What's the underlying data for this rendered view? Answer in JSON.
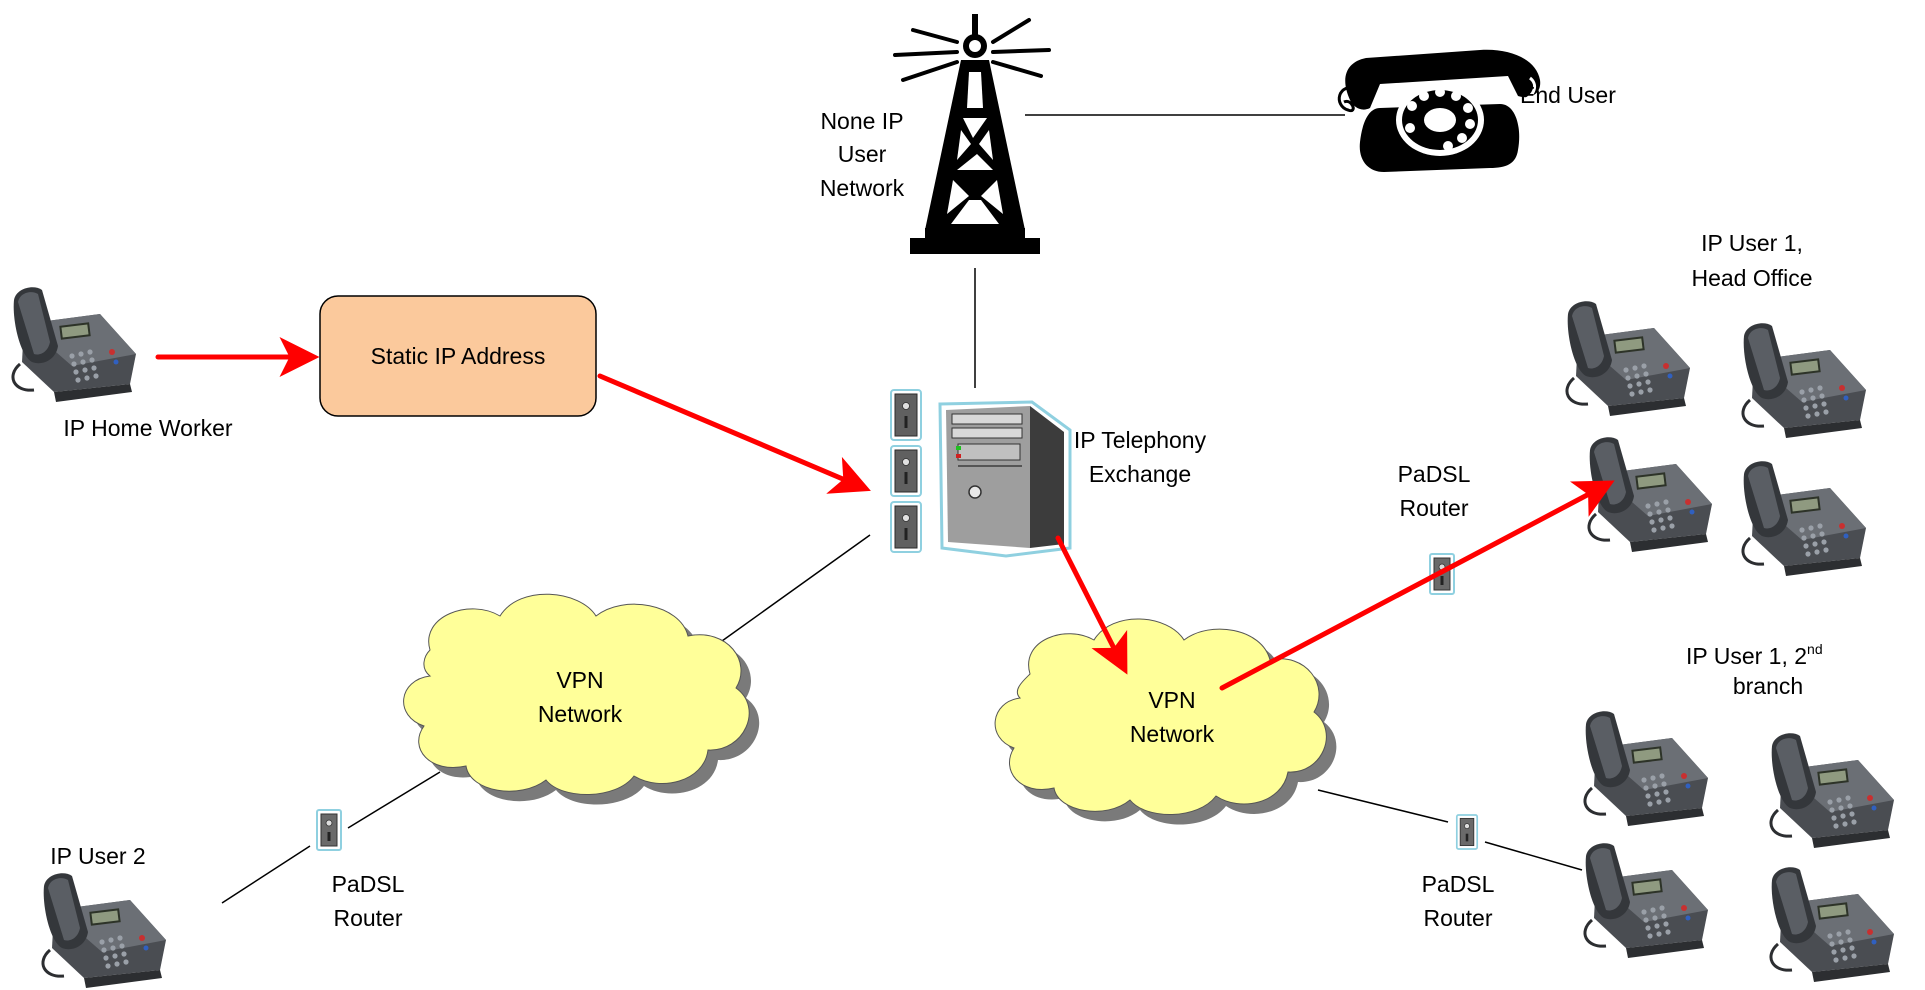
{
  "labels": {
    "none_ip_network": [
      "None IP",
      "User",
      "Network"
    ],
    "end_user": "End User",
    "ip_home_worker": "IP Home Worker",
    "static_ip": "Static IP Address",
    "ip_telephony_exchange": [
      "IP Telephony",
      "Exchange"
    ],
    "ip_user1_head_office": [
      "IP User 1,",
      "Head Office"
    ],
    "padsl_router_upper": [
      "PaDSL",
      "Router"
    ],
    "vpn_left": [
      "VPN",
      "Network"
    ],
    "vpn_right": [
      "VPN",
      "Network"
    ],
    "ip_user1_branch": {
      "line1": "IP User 1,  2",
      "sup": "nd",
      "line2": "branch"
    },
    "ip_user2": "IP User 2",
    "padsl_router_left": [
      "PaDSL",
      "Router"
    ],
    "padsl_router_right": [
      "PaDSL",
      "Router"
    ]
  },
  "colors": {
    "arrow": "#ff0000",
    "line": "#000000",
    "static_box_fill": "#fbc99c",
    "cloud_fill": "#ffff99",
    "cloud_shadow": "#7a7a7a",
    "router_outline": "#8fd0e0",
    "server_body": "#555555"
  },
  "icons": [
    "radio-tower-icon",
    "rotary-phone-icon",
    "desk-ip-phone-icon",
    "server-tower-icon",
    "disk-unit-icon",
    "router-icon",
    "cloud-icon"
  ]
}
